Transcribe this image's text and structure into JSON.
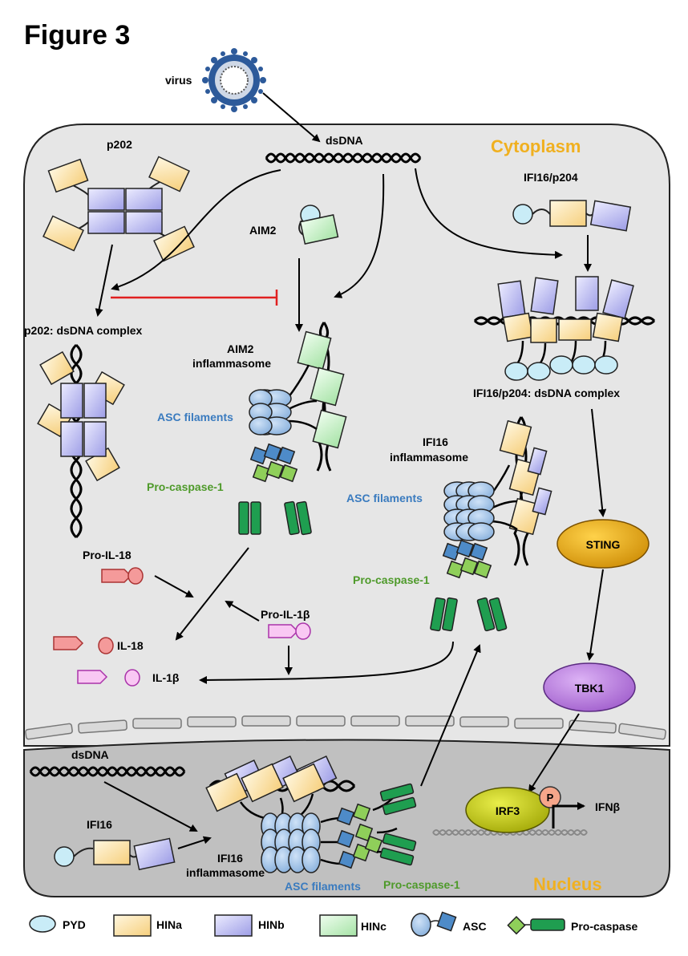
{
  "figure_title": "Figure  3",
  "compartments": {
    "cytoplasm": "Cytoplasm",
    "nucleus": "Nucleus"
  },
  "labels": {
    "virus": "virus",
    "dsdna_top": "dsDNA",
    "p202": "p202",
    "aim2": "AIM2",
    "ifi16_p204": "IFI16/p204",
    "p202_complex": "p202: dsDNA complex",
    "aim2_inflammasome_1": "AIM2",
    "aim2_inflammasome_2": "inflammasome",
    "asc_filaments_1": "ASC filaments",
    "pro_caspase_1": "Pro-caspase-1",
    "ifi16_p204_complex": "IFI16/p204: dsDNA complex",
    "ifi16_inflammasome_1": "IFI16",
    "ifi16_inflammasome_2": "inflammasome",
    "asc_filaments_2": "ASC filaments",
    "pro_caspase_2": "Pro-caspase-1",
    "sting": "STING",
    "tbk1": "TBK1",
    "pro_il18": "Pro-IL-18",
    "pro_il1b": "Pro-IL-1β",
    "il18": "IL-18",
    "il1b": "IL-1β",
    "dsdna_nuc": "dsDNA",
    "ifi16_nuc": "IFI16",
    "ifi16_nuc_inflam_1": "IFI16",
    "ifi16_nuc_inflam_2": "inflammasome",
    "asc_filaments_3": "ASC filaments",
    "pro_caspase_3": "Pro-caspase-1",
    "irf3": "IRF3",
    "phospho": "P",
    "ifnb": "IFNβ"
  },
  "legend": [
    {
      "key": "pyd",
      "label": "PYD"
    },
    {
      "key": "hina",
      "label": "HINa"
    },
    {
      "key": "hinb",
      "label": "HINb"
    },
    {
      "key": "hinc",
      "label": "HINc"
    },
    {
      "key": "asc",
      "label": "ASC"
    },
    {
      "key": "procaspase",
      "label": "Pro-caspase"
    }
  ],
  "colors": {
    "cytoplasm_fill": "#e6e6e6",
    "nucleus_fill": "#c0c0c0",
    "compartment_label": "#f0b020",
    "pyd": "#c9ecf7",
    "hina": "#fbe3ae",
    "hinb": "#c8c8f4",
    "hinc": "#c8f2c8",
    "asc_pyd": "#9fc3ea",
    "asc_card": "#4e8bc8",
    "casp_card": "#8fcf5a",
    "casp_body": "#1f9e50",
    "sting": "#e2a000",
    "tbk1": "#b877e0",
    "irf3": "#b5bb00",
    "phospho": "#f6a68a",
    "inhibit_red": "#e02020",
    "blue_label": "#3a7bbf",
    "green_label": "#4e9a2a"
  }
}
